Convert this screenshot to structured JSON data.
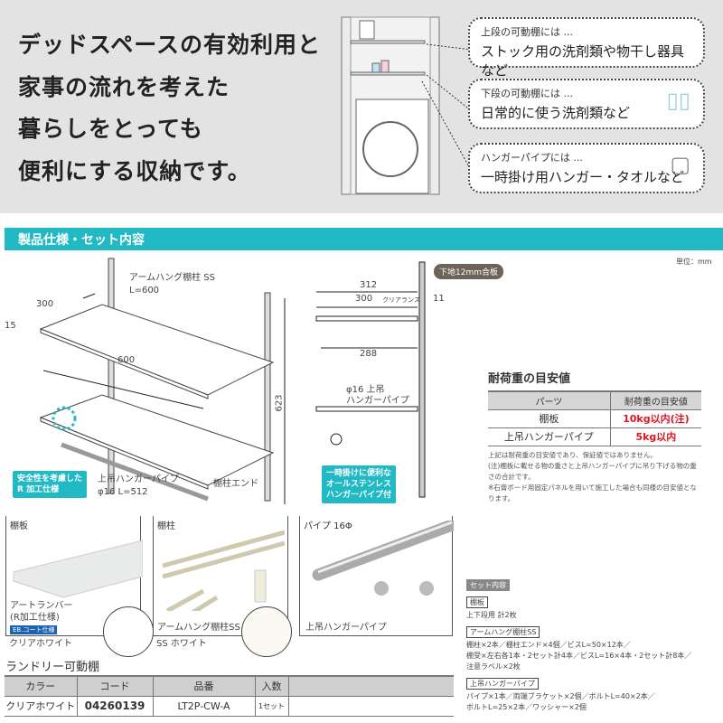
{
  "hero": {
    "lines": [
      "デッドスペースの有効利用と",
      "家事の流れを考えた",
      "暮らしをとっても",
      "便利にする収納です。"
    ],
    "callouts": [
      {
        "small": "上段の可動棚には ...",
        "big": "ストック用の洗剤類や物干し器具など"
      },
      {
        "small": "下段の可動棚には ...",
        "big": "日常的に使う洗剤類など"
      },
      {
        "small": "ハンガーパイプには ...",
        "big": "一時掛け用ハンガー・タオルなど"
      }
    ]
  },
  "section_title": "製品仕様・セット内容",
  "unit": "単位：mm",
  "diagram": {
    "post_label": "アームハング棚柱 SS",
    "post_length": "L=600",
    "depth": "300",
    "thickness": "15",
    "width": "600",
    "height": "623",
    "pipe_label": "上吊ハンガーパイプ",
    "pipe_spec": "φ16 L=512",
    "end_label": "棚柱エンド",
    "safety_note": [
      "安全性を考慮した",
      "R 加工仕様"
    ]
  },
  "side": {
    "board": "下地12mm合板",
    "d312": "312",
    "d300": "300",
    "clearance": "クリアランス",
    "d11": "11",
    "d288": "288",
    "pipe_label": [
      "φ16 上吊",
      "ハンガーパイプ"
    ],
    "note": [
      "一時掛けに便利な",
      "オールステンレス",
      "ハンガーパイプ付"
    ]
  },
  "load": {
    "title": "耐荷重の目安値",
    "headers": [
      "パーツ",
      "耐荷重の目安値"
    ],
    "rows": [
      [
        "棚板",
        "10kg以内(注)"
      ],
      [
        "上吊ハンガーパイプ",
        "5kg以内"
      ]
    ],
    "notes": [
      "上記は耐荷重の目安値であり、保証値ではありません。",
      "(注)棚板に載せる物の重さと上吊ハンガーパイプに吊り下げる物の重さの合計です。",
      "※石膏ボード用固定パネルを用いて施工した場合も同様の目安値となります。"
    ]
  },
  "cards": [
    {
      "title": "棚板",
      "lines": [
        "アートランバー",
        "(R加工仕様)"
      ],
      "badge": "EB.コート仕様",
      "color": "クリアホワイト",
      "swatch": "#ffffff"
    },
    {
      "title": "棚柱",
      "lines": [
        "アームハング棚柱SS",
        "SS ホワイト"
      ],
      "swatch": "#fbfaf2"
    },
    {
      "title": "パイプ 16Φ",
      "lines": [
        "上吊ハンガーパイプ"
      ]
    }
  ],
  "product": {
    "title": "ランドリー可動棚",
    "headers": [
      "カラー",
      "コード",
      "品番",
      "入数"
    ],
    "row": [
      "クリアホワイト",
      "04260139",
      "LT2P-CW-A",
      "1セット"
    ]
  },
  "set": {
    "title": "セット内容",
    "groups": [
      {
        "name": "棚板",
        "lines": [
          "上下段用 計2枚"
        ]
      },
      {
        "name": "アームハング棚柱SS",
        "lines": [
          "棚柱×2本／棚柱エンド×4個／ビスL=50×12本／",
          "棚受×左右各1本・2セット計4本／ビスL=16×4本・2セット計8本／",
          "注意ラベル×2枚"
        ]
      },
      {
        "name": "上吊ハンガーパイプ",
        "lines": [
          "パイプ×1本／両端ブラケット×2個／ボルトL=40×2本／",
          "ボルトL=25×2本／ワッシャー×2個"
        ]
      }
    ]
  },
  "colors": {
    "accent": "#20b9c4",
    "warning": "#e0141e",
    "hero_bg": "#e3e3e3"
  }
}
